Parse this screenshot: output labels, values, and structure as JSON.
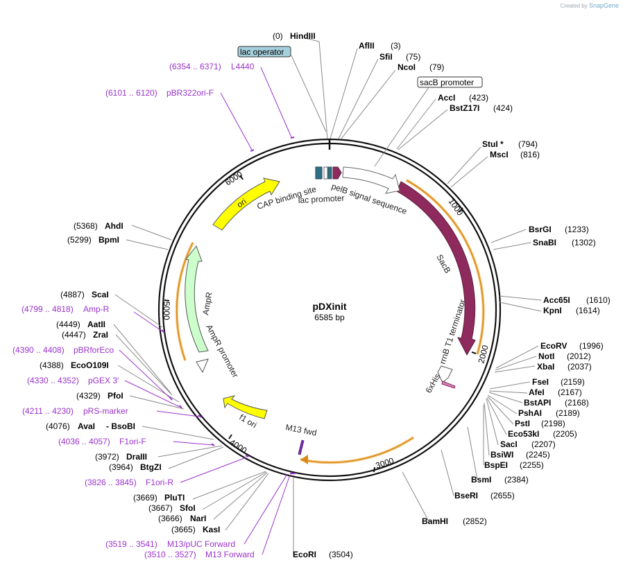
{
  "credit": {
    "prefix": "Created by",
    "brand": "SnapGene"
  },
  "plasmid": {
    "name": "pDXinit",
    "length_label": "6585 bp"
  },
  "colors": {
    "primer": "#9932cc",
    "backbone": "#111111",
    "orf": "#8e2a5d",
    "ori": "#ffff00",
    "ampr": "#ccffcc",
    "orange_bar": "#f0a030"
  },
  "ticks": [
    "1000",
    "2000",
    "3000",
    "4000",
    "5000",
    "6000"
  ],
  "features": [
    {
      "name": "SacB",
      "label": "SacB"
    },
    {
      "name": "rrnB-T1-terminator",
      "label": "rrnB T1 terminator"
    },
    {
      "name": "6xHis",
      "label": "6xHis"
    },
    {
      "name": "M13-fwd",
      "label": "M13 fwd"
    },
    {
      "name": "f1-ori",
      "label": "f1 ori"
    },
    {
      "name": "AmpR-promoter",
      "label": "AmpR promoter"
    },
    {
      "name": "AmpR",
      "label": "AmpR"
    },
    {
      "name": "ori",
      "label": "ori"
    },
    {
      "name": "CAP-binding-site",
      "label": "CAP binding site"
    },
    {
      "name": "lac-promoter",
      "label": "lac promoter"
    },
    {
      "name": "pelB-signal-sequence",
      "label": "pelB signal sequence"
    },
    {
      "name": "lac-operator",
      "label": "lac operator"
    },
    {
      "name": "sacB-promoter",
      "label": "sacB promoter"
    }
  ],
  "sites": [
    {
      "name": "HindIII",
      "pos": "(0)"
    },
    {
      "name": "AflII",
      "pos": "(3)"
    },
    {
      "name": "SfiI",
      "pos": "(75)"
    },
    {
      "name": "NcoI",
      "pos": "(79)"
    },
    {
      "name": "AccI",
      "pos": "(423)"
    },
    {
      "name": "BstZ17I",
      "pos": "(424)"
    },
    {
      "name": "StuI *",
      "pos": "(794)"
    },
    {
      "name": "MscI",
      "pos": "(816)"
    },
    {
      "name": "BsrGI",
      "pos": "(1233)"
    },
    {
      "name": "SnaBI",
      "pos": "(1302)"
    },
    {
      "name": "Acc65I",
      "pos": "(1610)"
    },
    {
      "name": "KpnI",
      "pos": "(1614)"
    },
    {
      "name": "EcoRV",
      "pos": "(1996)"
    },
    {
      "name": "NotI",
      "pos": "(2012)"
    },
    {
      "name": "XbaI",
      "pos": "(2037)"
    },
    {
      "name": "FseI",
      "pos": "(2159)"
    },
    {
      "name": "AfeI",
      "pos": "(2167)"
    },
    {
      "name": "BstAPI",
      "pos": "(2168)"
    },
    {
      "name": "PshAI",
      "pos": "(2189)"
    },
    {
      "name": "PstI",
      "pos": "(2198)"
    },
    {
      "name": "Eco53kI",
      "pos": "(2205)"
    },
    {
      "name": "SacI",
      "pos": "(2207)"
    },
    {
      "name": "BsiWI",
      "pos": "(2245)"
    },
    {
      "name": "BspEI",
      "pos": "(2255)"
    },
    {
      "name": "BsmI",
      "pos": "(2384)"
    },
    {
      "name": "BseRI",
      "pos": "(2655)"
    },
    {
      "name": "BamHI",
      "pos": "(2852)"
    },
    {
      "name": "EcoRI",
      "pos": "(3504)"
    },
    {
      "name": "KasI",
      "pos": "(3665)"
    },
    {
      "name": "NarI",
      "pos": "(3666)"
    },
    {
      "name": "SfoI",
      "pos": "(3667)"
    },
    {
      "name": "PluTI",
      "pos": "(3669)"
    },
    {
      "name": "BtgZI",
      "pos": "(3964)"
    },
    {
      "name": "DraIII",
      "pos": "(3972)"
    },
    {
      "name": "AvaI",
      "pos": "(4076)",
      "extra": "- BsoBI"
    },
    {
      "name": "PfoI",
      "pos": "(4329)"
    },
    {
      "name": "EcoO109I",
      "pos": "(4388)"
    },
    {
      "name": "ZraI",
      "pos": "(4447)"
    },
    {
      "name": "AatII",
      "pos": "(4449)"
    },
    {
      "name": "ScaI",
      "pos": "(4887)"
    },
    {
      "name": "BpmI",
      "pos": "(5299)"
    },
    {
      "name": "AhdI",
      "pos": "(5368)"
    }
  ],
  "primers": [
    {
      "name": "L4440",
      "range": "(6354 .. 6371)"
    },
    {
      "name": "pBR322ori-F",
      "range": "(6101 .. 6120)"
    },
    {
      "name": "Amp-R",
      "range": "(4799 .. 4818)"
    },
    {
      "name": "pBRforEco",
      "range": "(4390 .. 4408)"
    },
    {
      "name": "pGEX 3'",
      "range": "(4330 .. 4352)"
    },
    {
      "name": "pRS-marker",
      "range": "(4211 .. 4230)"
    },
    {
      "name": "F1ori-F",
      "range": "(4036 .. 4057)"
    },
    {
      "name": "F1ori-R",
      "range": "(3826 .. 3845)"
    },
    {
      "name": "M13/pUC Forward",
      "range": "(3519 .. 3541)"
    },
    {
      "name": "M13 Forward",
      "range": "(3510 .. 3527)"
    }
  ]
}
